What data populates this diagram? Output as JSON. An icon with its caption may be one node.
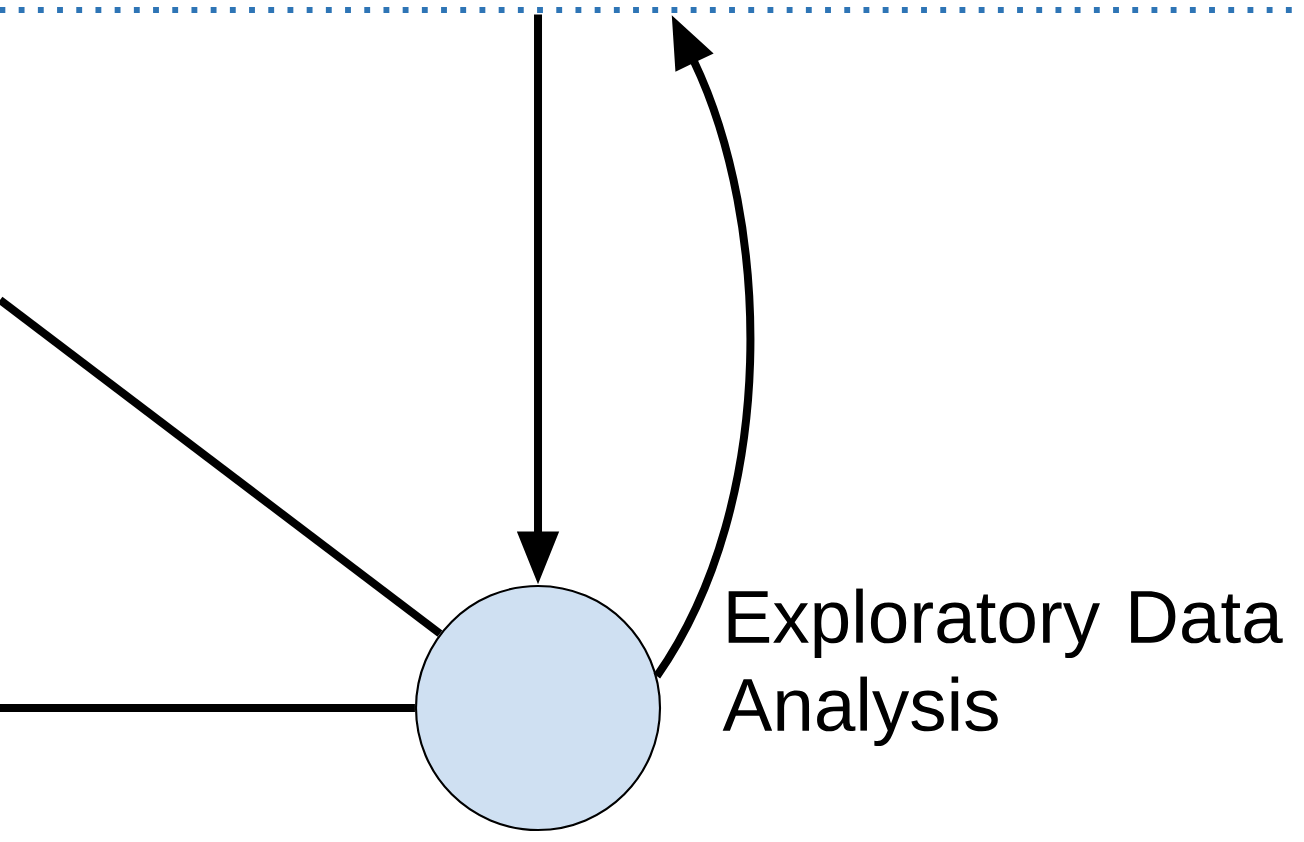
{
  "diagram": {
    "nodes": [
      {
        "text": [],
        "shape": "line"
      },
      {
        "text": [],
        "shape": "circle",
        "beside": [
          "Exploratory Data Analysis"
        ]
      }
    ],
    "edges": [
      {
        "from": 0,
        "to": 1,
        "arrow": "to"
      },
      {
        "from": 1,
        "to": 0,
        "arrow": "to"
      },
      {
        "from": null,
        "to": 1,
        "arrow": "none"
      },
      {
        "from": null,
        "to": 1,
        "arrow": "none"
      }
    ]
  }
}
